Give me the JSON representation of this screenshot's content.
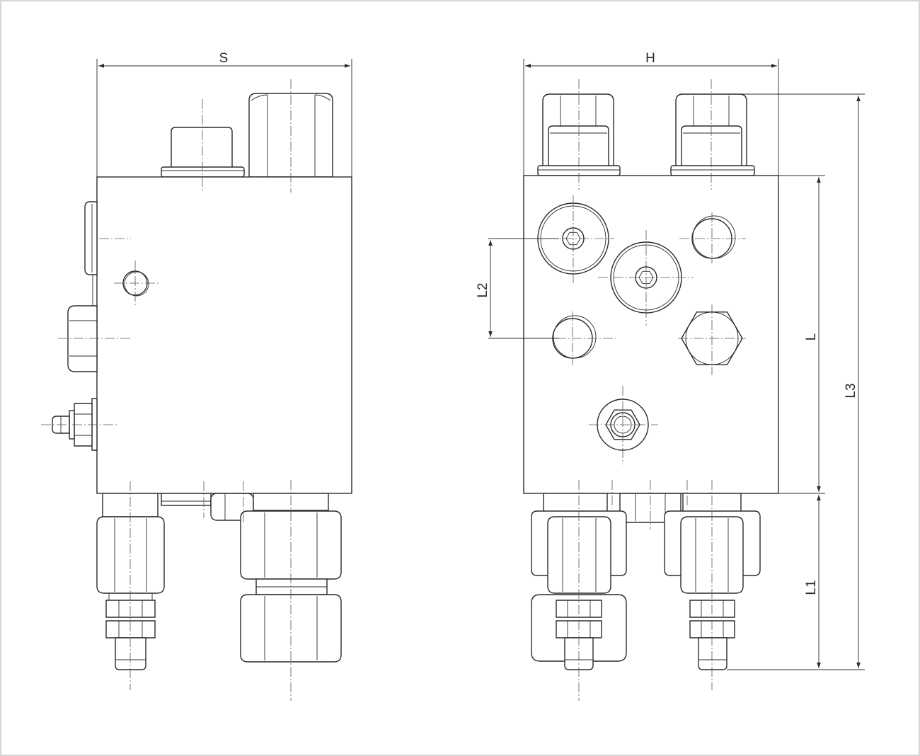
{
  "colors": {
    "background": "#ffffff",
    "border": "#c8c8c8",
    "line": "#2b2b2b",
    "centerline": "#555555"
  },
  "views": {
    "side": {
      "dim_width_label": "S"
    },
    "front": {
      "dim_width_label": "H",
      "dim_l_label": "L",
      "dim_l1_label": "L1",
      "dim_l2_label": "L2",
      "dim_l3_label": "L3"
    }
  }
}
